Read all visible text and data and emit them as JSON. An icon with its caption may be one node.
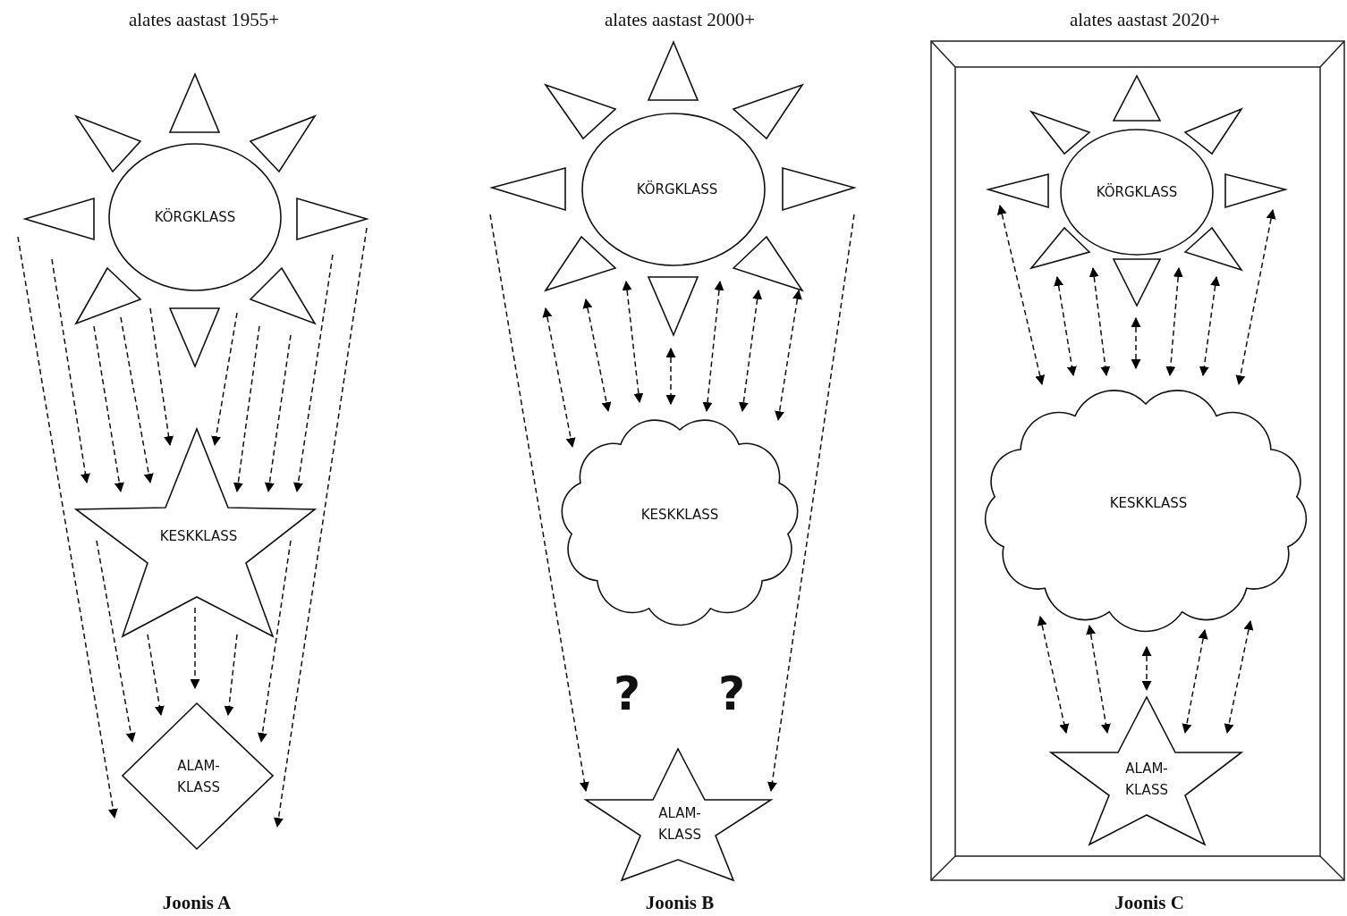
{
  "diagram": {
    "nodes": [
      {
        "text": [
          "KÖRGKLASS"
        ]
      },
      {
        "text": [
          "KESKKLASS"
        ]
      },
      {
        "text": [
          "ALAM- KLASS"
        ]
      },
      {
        "text": [
          "KÖRGKLASS"
        ]
      },
      {
        "text": [
          "KESKKLASS"
        ]
      },
      {
        "text": [
          "ALAM- KLASS"
        ]
      },
      {
        "text": [],
        "shape": "box"
      },
      {
        "text": [
          "KÖRGKLASS"
        ],
        "in": 6
      },
      {
        "text": [
          "KESKKLASS"
        ],
        "in": 6
      },
      {
        "text": [
          "ALAM- KLASS"
        ],
        "in": 6
      }
    ],
    "edges": [
      {
        "from": 0,
        "to": 2,
        "arrow": "to"
      },
      {
        "from": 0,
        "to": 1,
        "arrow": "to"
      },
      {
        "from": 0,
        "to": 1,
        "arrow": "to"
      },
      {
        "from": 0,
        "to": 1,
        "arrow": "to"
      },
      {
        "from": 0,
        "to": 1,
        "arrow": "to"
      },
      {
        "from": 0,
        "to": 1,
        "arrow": "to"
      },
      {
        "from": 0,
        "to": 1,
        "arrow": "to"
      },
      {
        "from": 0,
        "to": 1,
        "arrow": "to"
      },
      {
        "from": 0,
        "to": 1,
        "arrow": "to"
      },
      {
        "from": 0,
        "to": 2,
        "arrow": "to"
      },
      {
        "from": 1,
        "to": 2,
        "arrow": "to"
      },
      {
        "from": 1,
        "to": 2,
        "arrow": "to"
      },
      {
        "from": 1,
        "to": 2,
        "arrow": "to"
      },
      {
        "from": 1,
        "to": 2,
        "arrow": "to"
      },
      {
        "from": 1,
        "to": 2,
        "arrow": "to"
      },
      {
        "from": 3,
        "to": 5,
        "arrow": "to"
      },
      {
        "from": 3,
        "to": 4,
        "arrow": "both"
      },
      {
        "from": 3,
        "to": 4,
        "arrow": "both"
      },
      {
        "from": 3,
        "to": 4,
        "arrow": "both"
      },
      {
        "from": 3,
        "to": 4,
        "arrow": "both"
      },
      {
        "from": 3,
        "to": 4,
        "arrow": "both"
      },
      {
        "from": 3,
        "to": 4,
        "arrow": "both"
      },
      {
        "from": 3,
        "to": 4,
        "arrow": "both"
      },
      {
        "from": 3,
        "to": 5,
        "arrow": "to"
      },
      {
        "from": 7,
        "to": 8,
        "arrow": "both"
      },
      {
        "from": 7,
        "to": 8,
        "arrow": "both"
      },
      {
        "from": 7,
        "to": 8,
        "arrow": "both"
      },
      {
        "from": 7,
        "to": 8,
        "arrow": "both"
      },
      {
        "from": 7,
        "to": 8,
        "arrow": "both"
      },
      {
        "from": 7,
        "to": 8,
        "arrow": "both"
      },
      {
        "from": 7,
        "to": 8,
        "arrow": "both"
      },
      {
        "from": 8,
        "to": 9,
        "arrow": "both"
      },
      {
        "from": 8,
        "to": 9,
        "arrow": "both"
      },
      {
        "from": 8,
        "to": 9,
        "arrow": "both"
      },
      {
        "from": 8,
        "to": 9,
        "arrow": "both"
      },
      {
        "from": 8,
        "to": 9,
        "arrow": "both"
      }
    ],
    "labels": [
      "alates aastast 1955+",
      "alates aastast 2000+",
      "alates aastast 2020+",
      "?",
      "?",
      "Joonis A",
      "Joonis B",
      "Joonis C"
    ]
  }
}
